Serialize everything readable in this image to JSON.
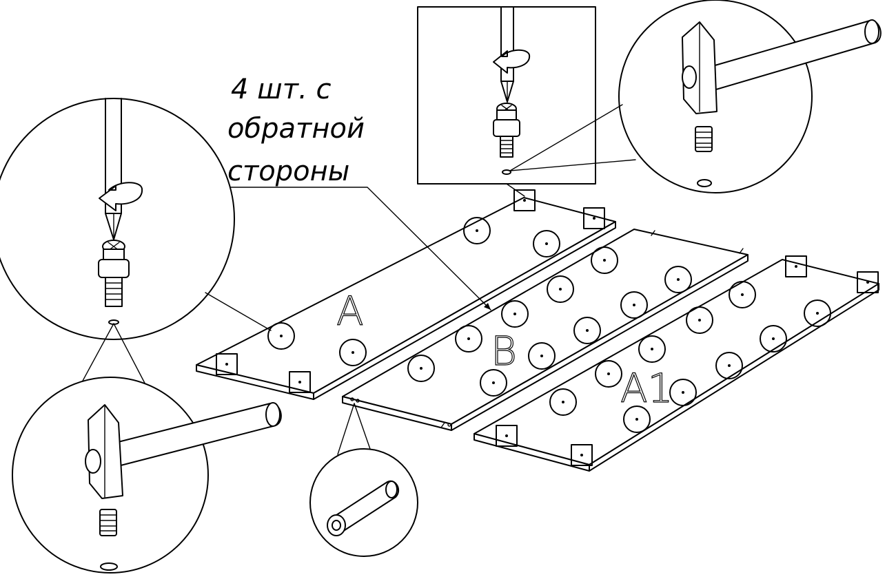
{
  "note": {
    "line1": "4 шт. с",
    "line2": "обратной",
    "line3": "стороны"
  },
  "panels": {
    "a": "A",
    "b": "B",
    "a1": "A1"
  },
  "icons": [
    "hammer-icon",
    "screwdriver-icon",
    "cam-dowel-icon",
    "sleeve-insert-icon",
    "wooden-dowel-icon",
    "rotate-arrow-icon"
  ]
}
